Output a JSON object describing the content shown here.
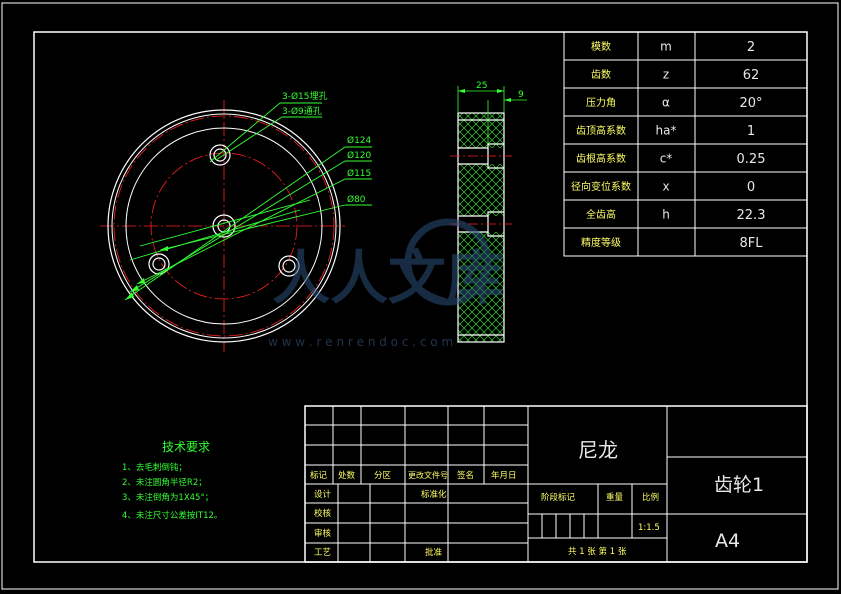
{
  "colors": {
    "background": "#000000",
    "frame": "#ffffff",
    "outline": "#ffffff",
    "dimension": "#33ff33",
    "centerline": "#ff2020",
    "hatch": "#33cc33",
    "table_text": "#ffff66"
  },
  "callouts": {
    "holes_large": "3-Ø15埋孔",
    "holes_small": "3-Ø9通孔",
    "d124": "Ø124",
    "d120": "Ø120",
    "d115": "Ø115",
    "d80": "Ø80"
  },
  "section_dims": {
    "width": "25",
    "step": "9"
  },
  "gear_params": [
    {
      "name": "模数",
      "symbol": "m",
      "value": "2"
    },
    {
      "name": "齿数",
      "symbol": "z",
      "value": "62"
    },
    {
      "name": "压力角",
      "symbol": "α",
      "value": "20°"
    },
    {
      "name": "齿顶高系数",
      "symbol": "ha*",
      "value": "1"
    },
    {
      "name": "齿根高系数",
      "symbol": "c*",
      "value": "0.25"
    },
    {
      "name": "径向变位系数",
      "symbol": "x",
      "value": "0"
    },
    {
      "name": "全齿高",
      "symbol": "h",
      "value": "22.3"
    },
    {
      "name": "精度等级",
      "symbol": "",
      "value": "8FL"
    }
  ],
  "tech_req": {
    "title": "技术要求",
    "items": [
      "1、去毛刺倒钝；",
      "2、未注圆角半径R2；",
      "3、未注倒角为1X45°；",
      "4、未注尺寸公差按IT12。"
    ]
  },
  "title_block": {
    "material": "尼龙",
    "part_name": "齿轮1",
    "sheet_size": "A4",
    "headers": {
      "mark": "标记",
      "count": "处数",
      "zone": "分区",
      "doc_no": "更改文件号",
      "signature": "签名",
      "date": "年月日"
    },
    "roles": {
      "design": "设计",
      "standardize": "标准化",
      "check": "校核",
      "review": "审核",
      "process": "工艺",
      "approve": "批准"
    },
    "stage_mark": "阶段标记",
    "weight": "重量",
    "scale_label": "比例",
    "scale_value": "1:1.5",
    "sheets": "共 1 张  第 1 张"
  },
  "watermark": {
    "logo_text": "人人文库",
    "url": "w w w . r e n r e n d o c . c o m"
  }
}
